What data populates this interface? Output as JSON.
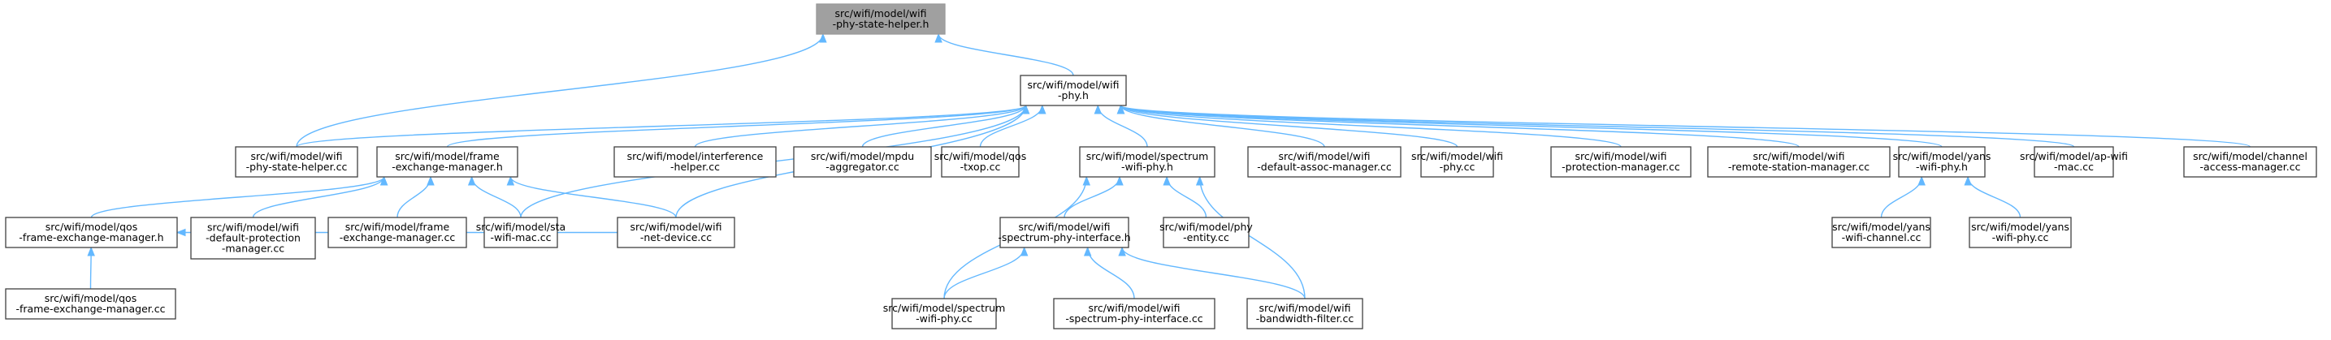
{
  "graph": {
    "edge_color": "#63b8ff",
    "root_fill": "#a0a0a0",
    "nodes": [
      {
        "id": "state_helper_h",
        "lines": [
          "src/wifi/model/wifi",
          "-phy-state-helper.h"
        ],
        "root": true
      },
      {
        "id": "wifi_phy_h",
        "lines": [
          "src/wifi/model/wifi",
          "-phy.h"
        ]
      },
      {
        "id": "state_helper_cc",
        "lines": [
          "src/wifi/model/wifi",
          "-phy-state-helper.cc"
        ]
      },
      {
        "id": "frame_exch_h",
        "lines": [
          "src/wifi/model/frame",
          "-exchange-manager.h"
        ]
      },
      {
        "id": "interference_cc",
        "lines": [
          "src/wifi/model/interference",
          "-helper.cc"
        ]
      },
      {
        "id": "mpdu_agg_cc",
        "lines": [
          "src/wifi/model/mpdu",
          "-aggregator.cc"
        ]
      },
      {
        "id": "qos_txop_cc",
        "lines": [
          "src/wifi/model/qos",
          "-txop.cc"
        ]
      },
      {
        "id": "spectrum_phy_h",
        "lines": [
          "src/wifi/model/spectrum",
          "-wifi-phy.h"
        ]
      },
      {
        "id": "default_assoc_cc",
        "lines": [
          "src/wifi/model/wifi",
          "-default-assoc-manager.cc"
        ]
      },
      {
        "id": "wifi_phy_cc",
        "lines": [
          "src/wifi/model/wifi",
          "-phy.cc"
        ]
      },
      {
        "id": "protection_cc",
        "lines": [
          "src/wifi/model/wifi",
          "-protection-manager.cc"
        ]
      },
      {
        "id": "remote_station_cc",
        "lines": [
          "src/wifi/model/wifi",
          "-remote-station-manager.cc"
        ]
      },
      {
        "id": "yans_phy_h",
        "lines": [
          "src/wifi/model/yans",
          "-wifi-phy.h"
        ]
      },
      {
        "id": "ap_mac_cc",
        "lines": [
          "src/wifi/model/ap-wifi",
          "-mac.cc"
        ]
      },
      {
        "id": "channel_access_cc",
        "lines": [
          "src/wifi/model/channel",
          "-access-manager.cc"
        ]
      },
      {
        "id": "qos_fem_h",
        "lines": [
          "src/wifi/model/qos",
          "-frame-exchange-manager.h"
        ]
      },
      {
        "id": "default_prot_cc",
        "lines": [
          "src/wifi/model/wifi",
          "-default-protection",
          "-manager.cc"
        ]
      },
      {
        "id": "frame_exch_cc",
        "lines": [
          "src/wifi/model/frame",
          "-exchange-manager.cc"
        ]
      },
      {
        "id": "sta_mac_cc",
        "lines": [
          "src/wifi/model/sta",
          "-wifi-mac.cc"
        ]
      },
      {
        "id": "net_device_cc",
        "lines": [
          "src/wifi/model/wifi",
          "-net-device.cc"
        ]
      },
      {
        "id": "spectrum_iface_h",
        "lines": [
          "src/wifi/model/wifi",
          "-spectrum-phy-interface.h"
        ]
      },
      {
        "id": "phy_entity_cc",
        "lines": [
          "src/wifi/model/phy",
          "-entity.cc"
        ]
      },
      {
        "id": "yans_channel_cc",
        "lines": [
          "src/wifi/model/yans",
          "-wifi-channel.cc"
        ]
      },
      {
        "id": "yans_phy_cc",
        "lines": [
          "src/wifi/model/yans",
          "-wifi-phy.cc"
        ]
      },
      {
        "id": "qos_fem_cc",
        "lines": [
          "src/wifi/model/qos",
          "-frame-exchange-manager.cc"
        ]
      },
      {
        "id": "spectrum_phy_cc",
        "lines": [
          "src/wifi/model/spectrum",
          "-wifi-phy.cc"
        ]
      },
      {
        "id": "spectrum_iface_cc",
        "lines": [
          "src/wifi/model/wifi",
          "-spectrum-phy-interface.cc"
        ]
      },
      {
        "id": "bandwidth_cc",
        "lines": [
          "src/wifi/model/wifi",
          "-bandwidth-filter.cc"
        ]
      }
    ],
    "edges": [
      [
        "state_helper_h",
        "wifi_phy_h"
      ],
      [
        "state_helper_h",
        "state_helper_cc"
      ],
      [
        "wifi_phy_h",
        "state_helper_cc"
      ],
      [
        "wifi_phy_h",
        "frame_exch_h"
      ],
      [
        "wifi_phy_h",
        "interference_cc"
      ],
      [
        "wifi_phy_h",
        "mpdu_agg_cc"
      ],
      [
        "wifi_phy_h",
        "qos_txop_cc"
      ],
      [
        "wifi_phy_h",
        "spectrum_phy_h"
      ],
      [
        "wifi_phy_h",
        "default_assoc_cc"
      ],
      [
        "wifi_phy_h",
        "wifi_phy_cc"
      ],
      [
        "wifi_phy_h",
        "protection_cc"
      ],
      [
        "wifi_phy_h",
        "remote_station_cc"
      ],
      [
        "wifi_phy_h",
        "yans_phy_h"
      ],
      [
        "wifi_phy_h",
        "ap_mac_cc"
      ],
      [
        "wifi_phy_h",
        "channel_access_cc"
      ],
      [
        "wifi_phy_h",
        "sta_mac_cc"
      ],
      [
        "wifi_phy_h",
        "net_device_cc"
      ],
      [
        "frame_exch_h",
        "qos_fem_h"
      ],
      [
        "frame_exch_h",
        "default_prot_cc"
      ],
      [
        "frame_exch_h",
        "frame_exch_cc"
      ],
      [
        "frame_exch_h",
        "sta_mac_cc"
      ],
      [
        "frame_exch_h",
        "net_device_cc"
      ],
      [
        "qos_fem_h",
        "qos_fem_cc"
      ],
      [
        "qos_fem_h",
        "net_device_cc"
      ],
      [
        "spectrum_phy_h",
        "spectrum_iface_h"
      ],
      [
        "spectrum_phy_h",
        "phy_entity_cc"
      ],
      [
        "spectrum_phy_h",
        "spectrum_phy_cc"
      ],
      [
        "spectrum_phy_h",
        "bandwidth_cc"
      ],
      [
        "spectrum_iface_h",
        "spectrum_phy_cc"
      ],
      [
        "spectrum_iface_h",
        "spectrum_iface_cc"
      ],
      [
        "spectrum_iface_h",
        "bandwidth_cc"
      ],
      [
        "yans_phy_h",
        "yans_channel_cc"
      ],
      [
        "yans_phy_h",
        "yans_phy_cc"
      ]
    ]
  }
}
